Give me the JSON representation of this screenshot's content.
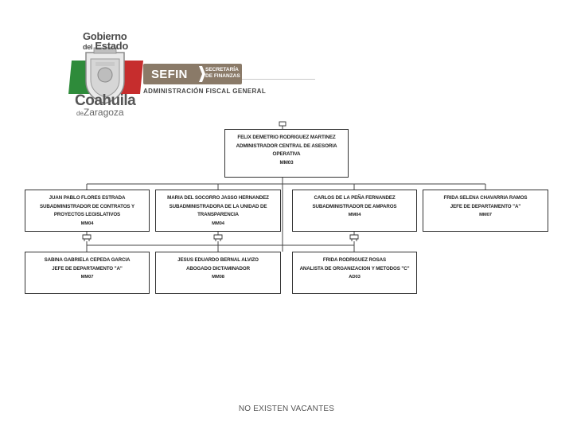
{
  "header": {
    "gov_line1": "Gobierno",
    "gov_line2_small": "del",
    "gov_line2": "Estado",
    "state_name": "Coahuila",
    "state_sub_small": "de",
    "state_sub": "Zaragoza",
    "sefin_label": "SEFIN",
    "sefin_sec_line1": "SECRETARÍA",
    "sefin_sec_line2": "DE FINANZAS",
    "admin_fiscal": "ADMINISTRACIÓN FISCAL GENERAL"
  },
  "colors": {
    "sefin_brown": "#8a7a68",
    "flag_green": "#2e8b3a",
    "flag_red": "#c62d2d",
    "box_border": "#333333",
    "connector": "#444444"
  },
  "org": {
    "root": {
      "name": "FELIX DEMETRIO RODRIGUEZ MARTINEZ",
      "title_line1": "ADMINISTRADOR CENTRAL DE ASESORIA",
      "title_line2": "OPERATIVA",
      "code": "MM03"
    },
    "level1": [
      {
        "name": "JUAN PABLO FLORES ESTRADA",
        "title_line1": "SUBADMINISTRADOR DE CONTRATOS Y",
        "title_line2": "PROYECTOS LEGISLATIVOS",
        "code": "MM04"
      },
      {
        "name": "MARIA DEL SOCORRO JASSO HERNANDEZ",
        "title_line1": "SUBADMINISTRADORA DE LA UNIDAD DE",
        "title_line2": "TRANSPARENCIA",
        "code": "MM04"
      },
      {
        "name": "CARLOS DE LA PEÑA FERNANDEZ",
        "title_line1": "SUBADMINISTRADOR DE AMPAROS",
        "code": "MM04"
      },
      {
        "name": "FRIDA SELENA CHAVARRIA RAMOS",
        "title_line1": "JEFE DE DEPARTAMENTO \"A\"",
        "code": "MM07"
      }
    ],
    "level2": [
      {
        "name": "SABINA GABRIELA CEPEDA GARCIA",
        "title_line1": "JEFE DE DEPARTAMENTO \"A\"",
        "code": "MM07"
      },
      {
        "name": "JESUS EDUARDO BERNAL ALVIZO",
        "title_line1": "ABOGADO DICTAMINADOR",
        "code": "MM08"
      },
      {
        "name": "FRIDA RODRIGUEZ ROSAS",
        "title_line1": "ANALISTA DE ORGANIZACION Y METODOS \"C\"",
        "code": "AD03"
      }
    ]
  },
  "icons": {
    "org_node": "org-node-icon"
  },
  "footer": {
    "note": "NO EXISTEN VACANTES"
  }
}
